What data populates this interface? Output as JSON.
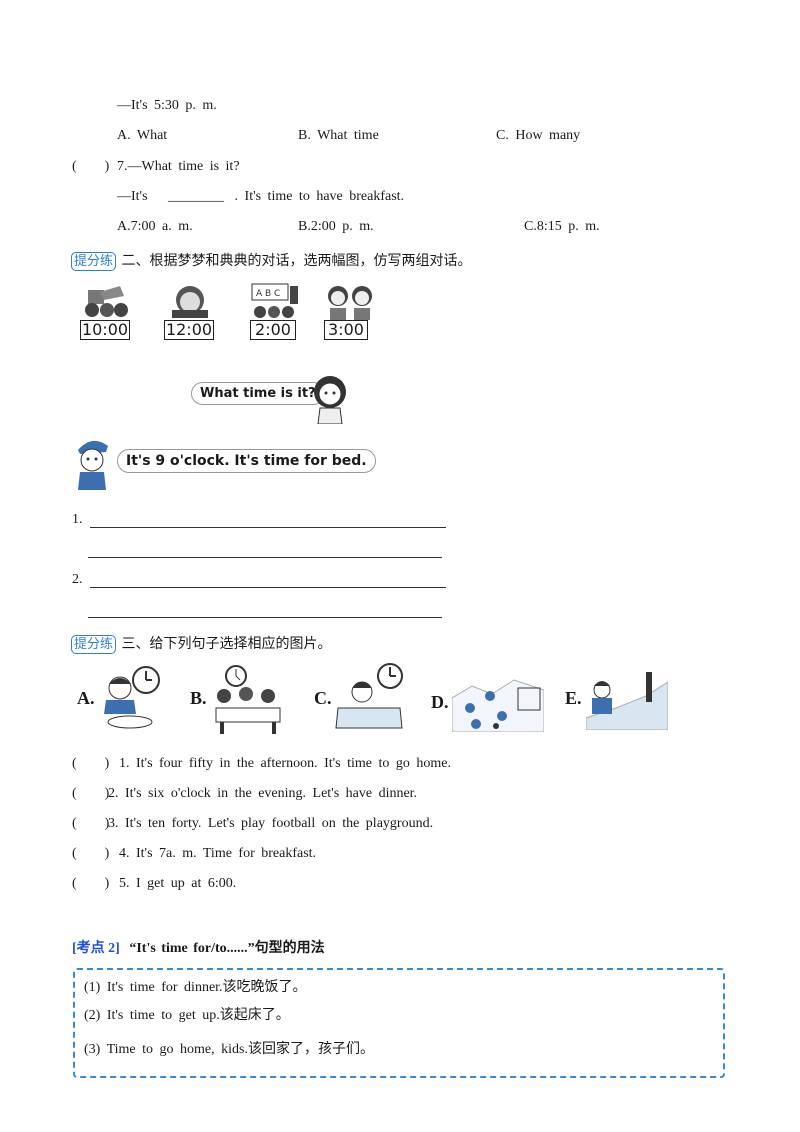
{
  "q6": {
    "answer_line": "—It's  5:30  p.  m.",
    "opt_a": "A.  What",
    "opt_b": "B.  What  time",
    "opt_c": "C.  How  many"
  },
  "q7": {
    "paren": "(        )",
    "question": "7.—What  time  is  it?",
    "answer_prefix": "—It's",
    "blank": "________",
    "answer_suffix": ".  It's  time  to  have  breakfast.",
    "opt_a": "A.7:00  a.  m.",
    "opt_b": "B.2:00  p.  m.",
    "opt_c": "C.8:15  p.  m."
  },
  "section2": {
    "tag": "提分练",
    "title": "二、根据梦梦和典典的对话，选两幅图，仿写两组对话。",
    "clocks": [
      "10:00",
      "12:00",
      "2:00",
      "3:00"
    ],
    "bubble_q": "What time is it?",
    "bubble_a": "It's 9 o'clock. It's time for bed.",
    "line1_num": "1.",
    "line2_num": "2."
  },
  "section3": {
    "tag": "提分练",
    "title": "三、给下列句子选择相应的图片。",
    "pics": [
      "A.",
      "B.",
      "C.",
      "D.",
      "E."
    ],
    "items": [
      {
        "paren": "(        )",
        "text": "1.  It's  four  fifty  in  the  afternoon.  It's  time  to  go  home."
      },
      {
        "paren": "(        )",
        "text": "2.  It's  six  o'clock  in  the  evening.  Let's  have  dinner."
      },
      {
        "paren": "(        )",
        "text": "3.  It's  ten  forty.  Let's  play  football  on  the  playground."
      },
      {
        "paren": "(        )",
        "text": "4.  It's  7a.  m.  Time  for  breakfast."
      },
      {
        "paren": "(        )",
        "text": "5.  I  get  up  at  6:00."
      }
    ]
  },
  "kaodian": {
    "label": "[考点 2]",
    "title": "“It's  time  for/to......”句型的用法",
    "examples": [
      {
        "en": "(1)  It's  time  for  dinner.",
        "zh": "该吃晚饭了。"
      },
      {
        "en": "(2)  It's  time  to  get  up.",
        "zh": "该起床了。"
      },
      {
        "en": "(3)  Time  to  go  home,  kids.",
        "zh": "该回家了，孩子们。"
      }
    ]
  },
  "colors": {
    "accent_blue": "#2f7fd0",
    "kaodian_blue": "#1f4fd6"
  }
}
